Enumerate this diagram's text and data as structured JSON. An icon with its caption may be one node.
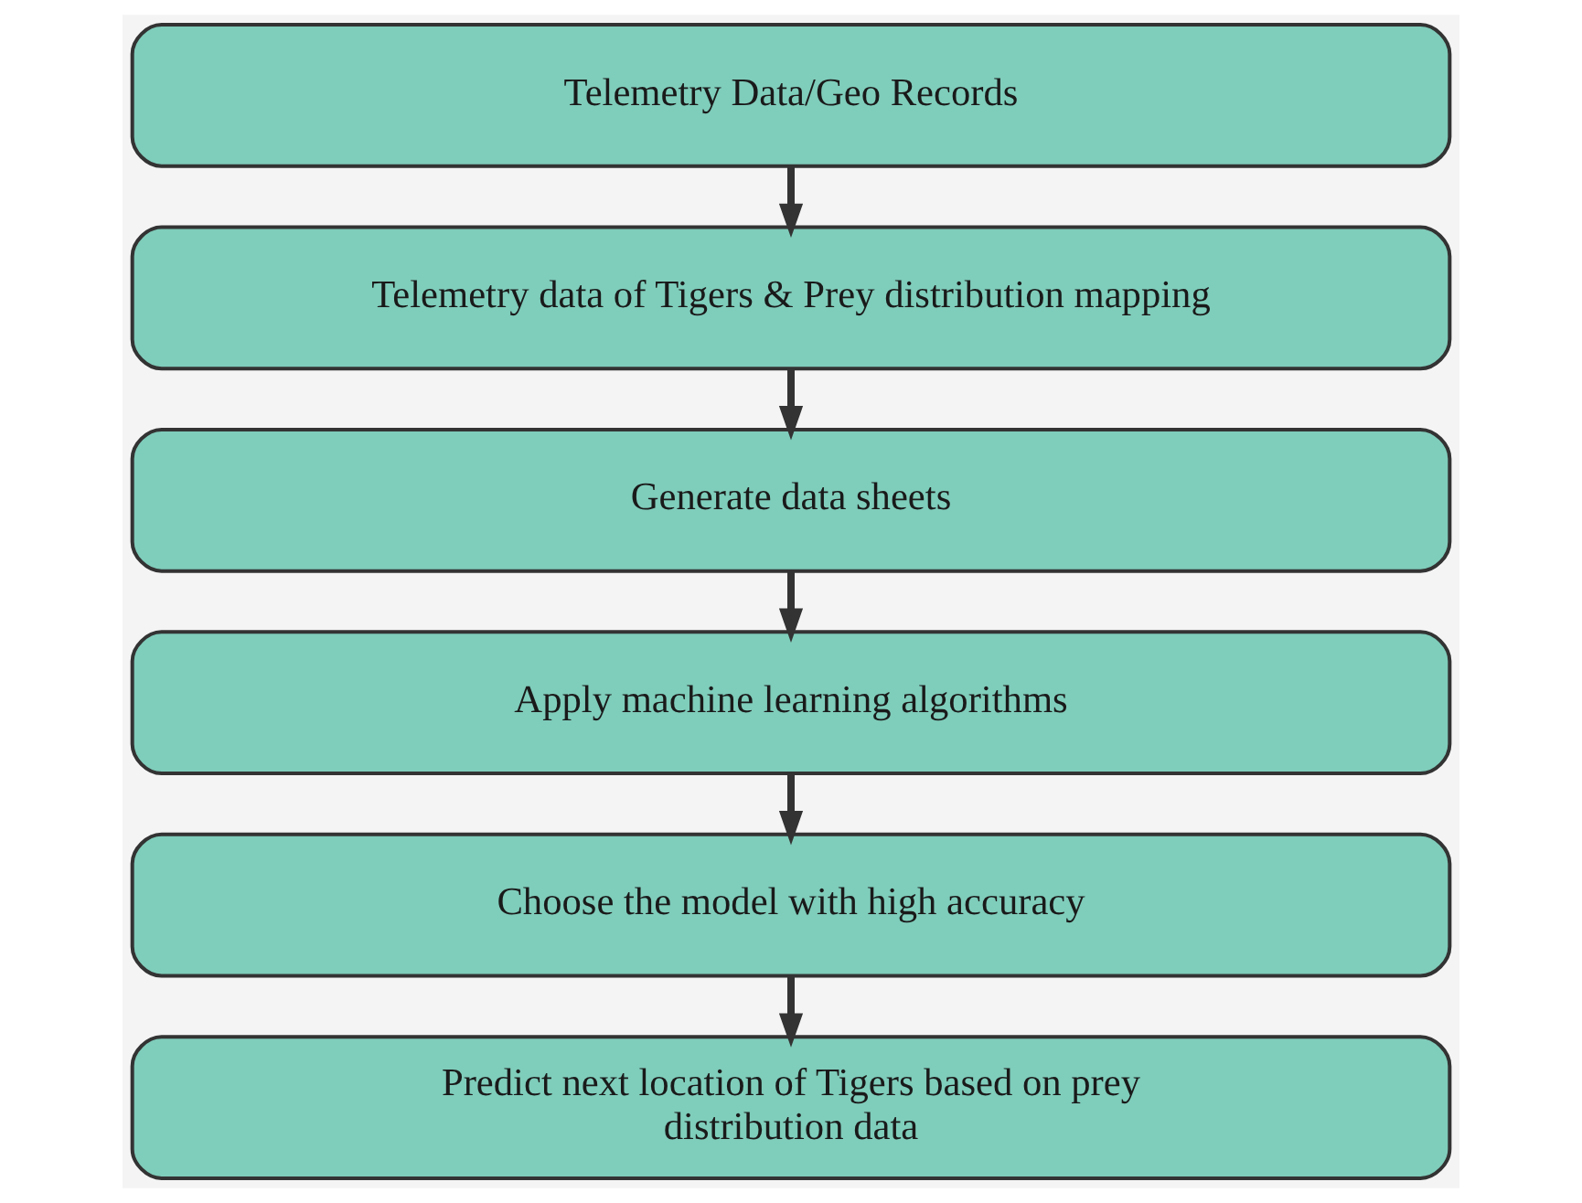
{
  "diagram": {
    "nodes": [
      {
        "text": [
          "Telemetry Data/Geo Records"
        ]
      },
      {
        "text": [
          "Telemetry data of Tigers & Prey distribution mapping"
        ]
      },
      {
        "text": [
          "Generate data sheets"
        ]
      },
      {
        "text": [
          "Apply machine learning algorithms"
        ]
      },
      {
        "text": [
          "Choose the model with high accuracy"
        ]
      },
      {
        "text": [
          "Predict next location of Tigers based on prey distribution data"
        ]
      }
    ],
    "edges": [
      {
        "from": 0,
        "to": 1,
        "arrow": "to"
      },
      {
        "from": 1,
        "to": 2,
        "arrow": "to"
      },
      {
        "from": 2,
        "to": 3,
        "arrow": "to"
      },
      {
        "from": 3,
        "to": 4,
        "arrow": "to"
      },
      {
        "from": 4,
        "to": 5,
        "arrow": "to"
      }
    ]
  }
}
